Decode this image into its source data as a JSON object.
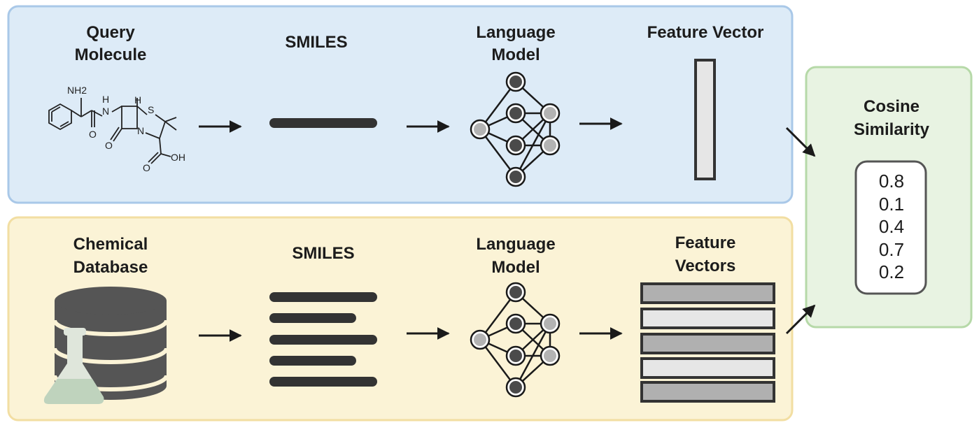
{
  "colors": {
    "top_panel_fill": "#ddebf7",
    "top_panel_border": "#a9c8e8",
    "bottom_panel_fill": "#fbf3d6",
    "bottom_panel_border": "#f2dea2",
    "result_panel_fill": "#e8f3e2",
    "result_panel_border": "#b6d9a8",
    "bar_color": "#333333",
    "node_dark": "#4a4a4a",
    "node_light": "#b3b3b3"
  },
  "query_row": {
    "molecule_label_lines": [
      "Query",
      "Molecule"
    ],
    "smiles_label": "SMILES",
    "model_label_lines": [
      "Language",
      "Model"
    ],
    "vector_label": "Feature Vector",
    "chem_labels": {
      "nh2": "NH2",
      "h_left": "H",
      "n_amide": "N",
      "h_top": "H",
      "s": "S",
      "n_ring": "N",
      "o_left": "O",
      "o_amide": "O",
      "o_acid": "O",
      "oh": "OH"
    }
  },
  "database_row": {
    "database_label_lines": [
      "Chemical",
      "Database"
    ],
    "smiles_label": "SMILES",
    "model_label_lines": [
      "Language",
      "Model"
    ],
    "vectors_label_lines": [
      "Feature",
      "Vectors"
    ]
  },
  "result": {
    "title_lines": [
      "Cosine",
      "Similarity"
    ],
    "scores": [
      "0.8",
      "0.1",
      "0.4",
      "0.7",
      "0.2"
    ]
  },
  "icons": [
    "molecule-icon",
    "smiles-bar-icon",
    "neural-network-icon",
    "feature-vector-icon",
    "database-icon",
    "flask-icon",
    "smiles-list-icon",
    "feature-vectors-stack-icon",
    "arrow-icon"
  ]
}
